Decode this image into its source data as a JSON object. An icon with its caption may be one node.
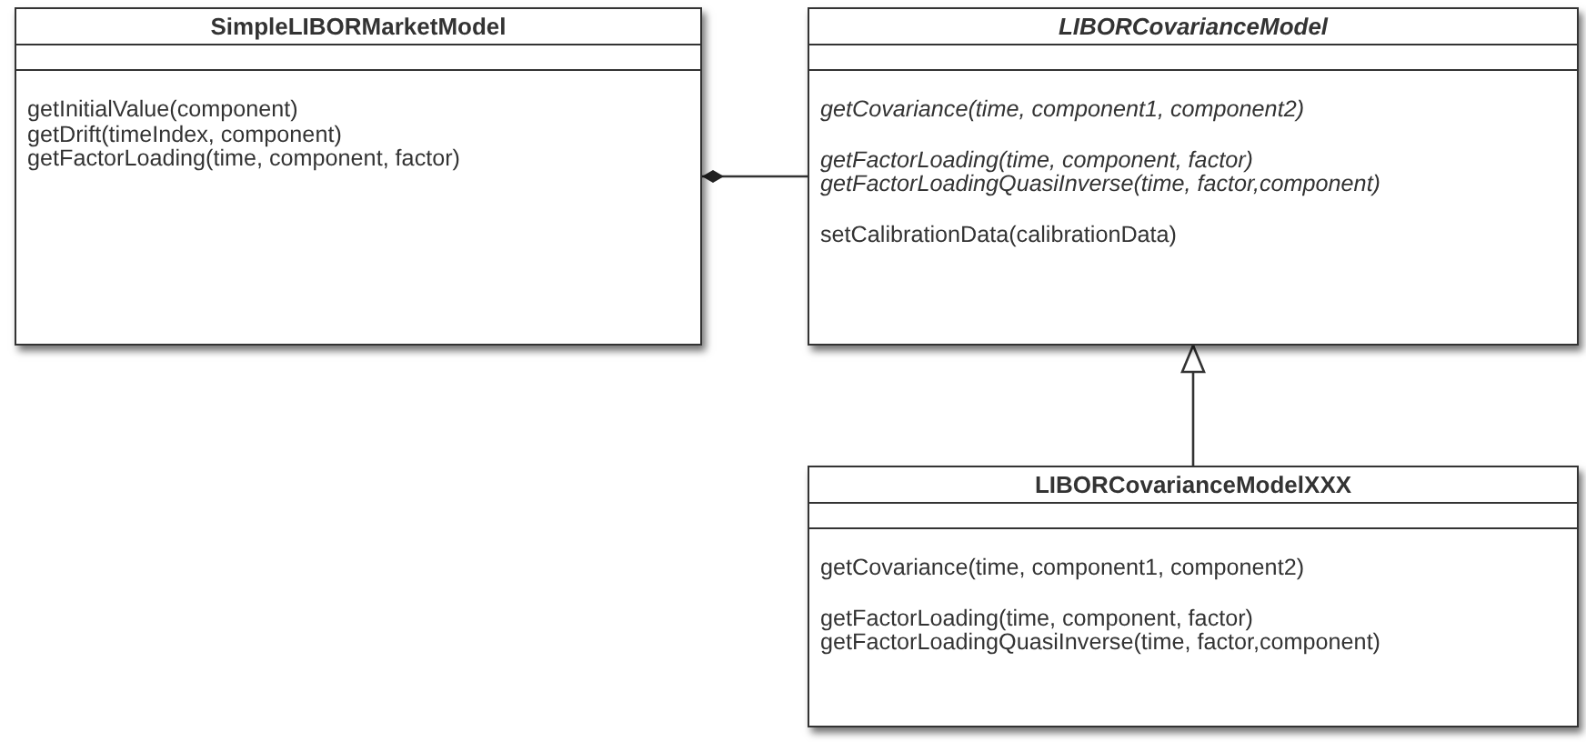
{
  "diagram": {
    "nodes": [
      {
        "text": [
          "SimpleLIBORMarketModel",
          "getInitialValue(component)",
          "getDrift(timeIndex, component)",
          "getFactorLoading(time, component, factor)"
        ]
      },
      {
        "text": [
          "LIBORCovarianceModel",
          "*getCovariance(time, component1, component2)*",
          "*getFactorLoading(time, component, factor)*",
          "*getFactorLoadingQuasiInverse(time, factor,component)*",
          "setCalibrationData(calibrationData)"
        ]
      },
      {
        "text": [
          "LIBORCovarianceModelXXX",
          "getCovariance(time, component1, component2)",
          "getFactorLoading(time, component, factor)",
          "getFactorLoadingQuasiInverse(time, factor,component)"
        ]
      }
    ],
    "edges": [
      {
        "from": 0,
        "to": 1,
        "arrow": "other"
      },
      {
        "from": 2,
        "to": 1,
        "arrow": "to"
      }
    ]
  }
}
